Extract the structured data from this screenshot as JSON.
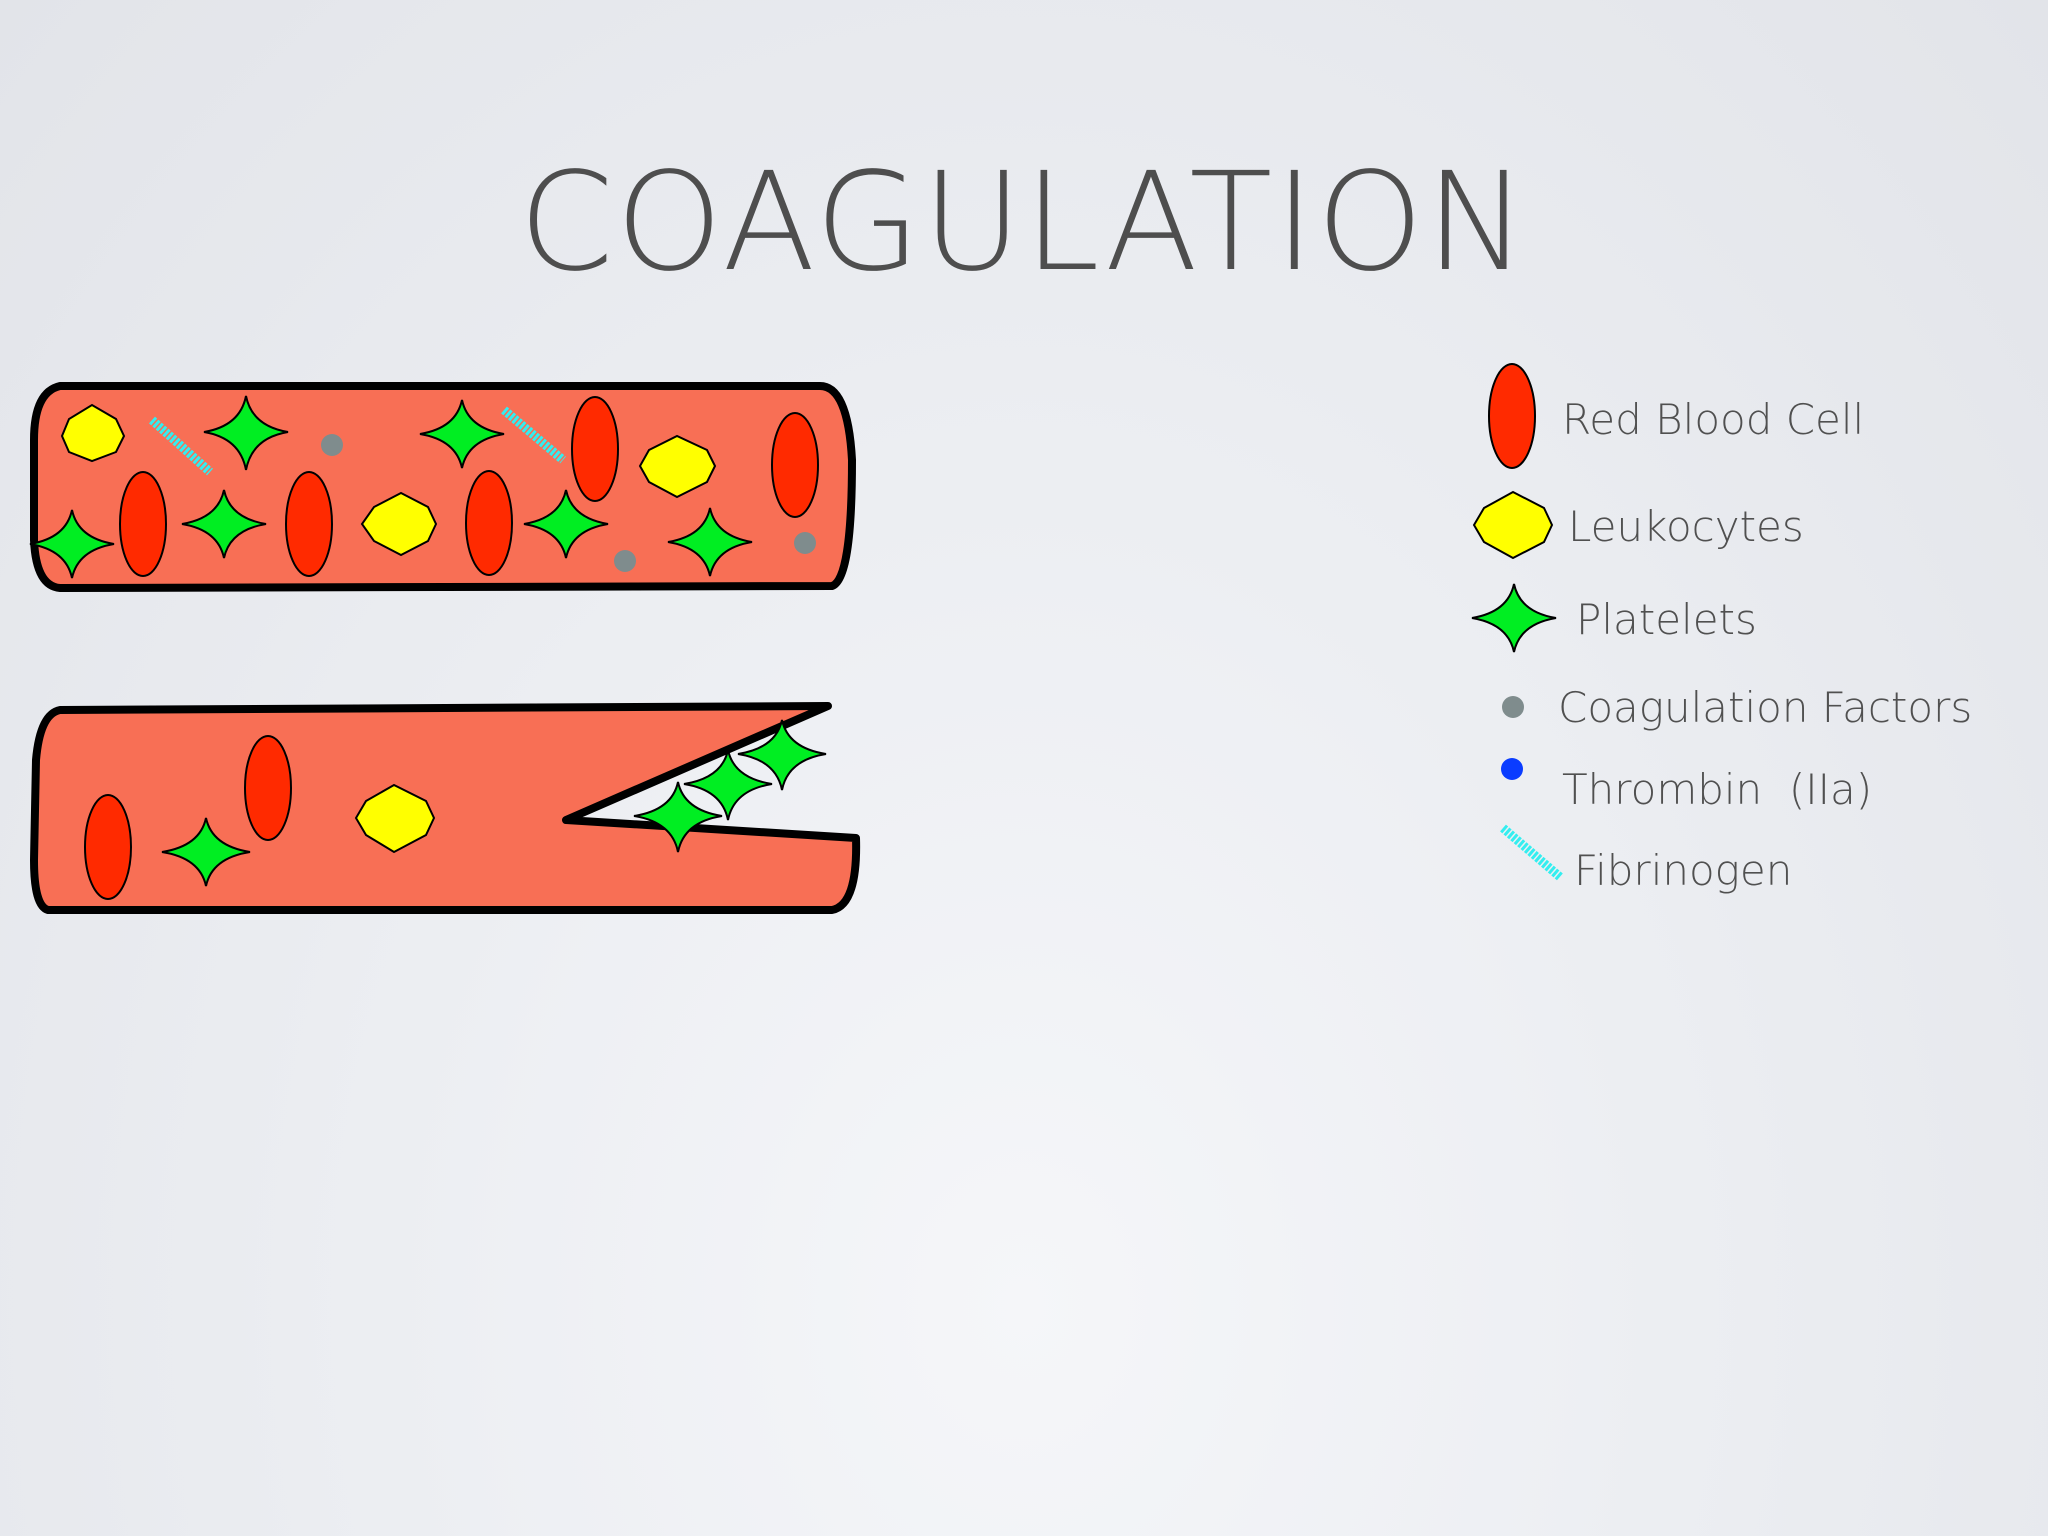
{
  "title": "COAGULATION",
  "colors": {
    "background": "#e8eaee",
    "vessel": "#f86f55",
    "vessel_outline": "#000000",
    "red_blood_cell": "#ff2a00",
    "leukocyte": "#ffff00",
    "platelet": "#00ee22",
    "coagulation_factor": "#7f8c8d",
    "thrombin": "#0a3cff",
    "fibrinogen": "#33eef0",
    "text": "#505050"
  },
  "legend": {
    "items": [
      {
        "key": "red_blood_cell",
        "label": "Red Blood Cell",
        "icon": "red-blood-cell-icon"
      },
      {
        "key": "leukocyte",
        "label": "Leukocytes",
        "icon": "leukocyte-icon"
      },
      {
        "key": "platelet",
        "label": "Platelets",
        "icon": "platelet-icon"
      },
      {
        "key": "coagulation_factor",
        "label": "Coagulation Factors",
        "icon": "coagulation-factor-icon"
      },
      {
        "key": "thrombin",
        "label": "Thrombin  (IIa)",
        "icon": "thrombin-icon"
      },
      {
        "key": "fibrinogen",
        "label": "Fibrinogen",
        "icon": "fibrinogen-icon"
      }
    ]
  },
  "vessels": [
    {
      "name": "intact-vessel",
      "state": "intact"
    },
    {
      "name": "injured-vessel",
      "state": "injured"
    }
  ]
}
